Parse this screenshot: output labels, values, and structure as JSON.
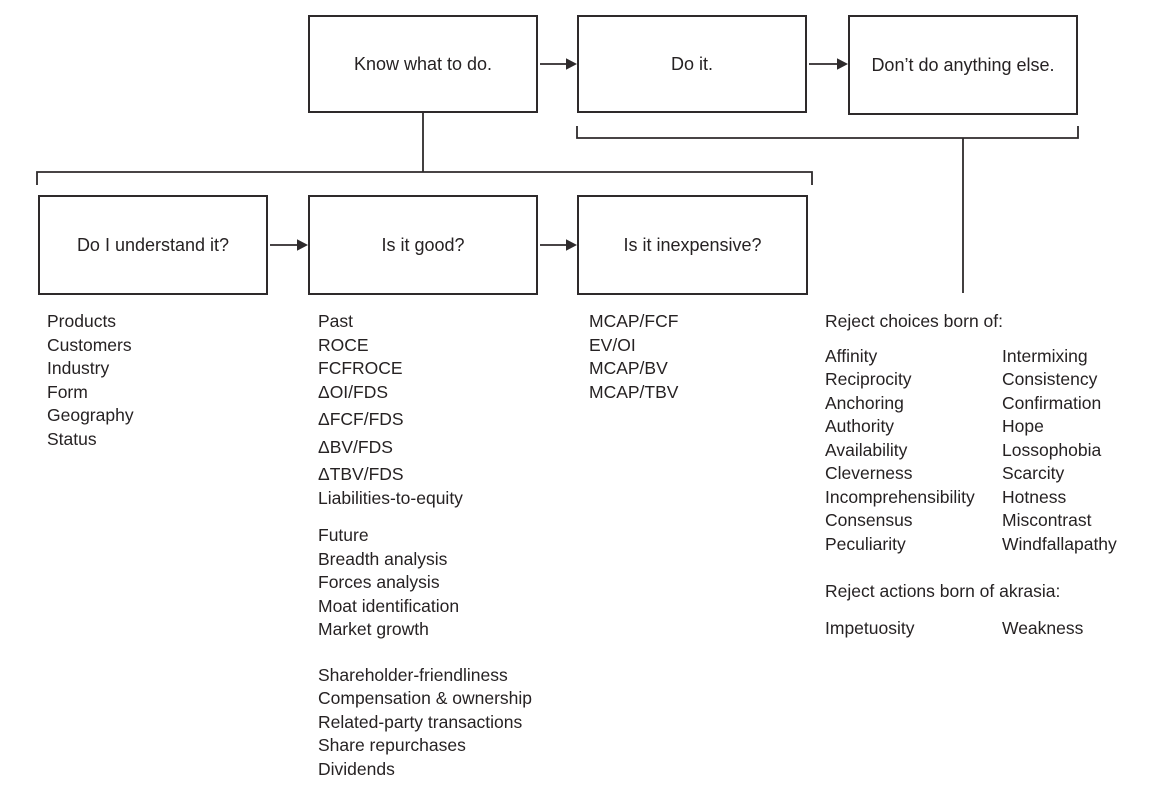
{
  "colors": {
    "background": "#ffffff",
    "text": "#262223",
    "line": "#2e2a2b"
  },
  "flow": {
    "top": [
      {
        "label": "Know what to do."
      },
      {
        "label": "Do it."
      },
      {
        "label": "Don’t do anything else."
      }
    ],
    "questions": [
      {
        "label": "Do I understand it?"
      },
      {
        "label": "Is it good?"
      },
      {
        "label": "Is it inexpensive?"
      }
    ]
  },
  "understand": {
    "items": [
      "Products",
      "Customers",
      "Industry",
      "Form",
      "Geography",
      "Status"
    ]
  },
  "good": {
    "groups": [
      {
        "header": "Past",
        "items": [
          "ROCE",
          "FCFROCE",
          "ΔOI/FDS",
          "ΔFCF/FDS",
          "ΔBV/FDS",
          "ΔTBV/FDS",
          "Liabilities-to-equity"
        ]
      },
      {
        "header": "Future",
        "items": [
          "Breadth analysis",
          "Forces analysis",
          "Moat identification",
          "Market growth"
        ]
      },
      {
        "header": "Shareholder-friendliness",
        "items": [
          "Compensation & ownership",
          "Related-party transactions",
          "Share repurchases",
          "Dividends"
        ]
      }
    ]
  },
  "inexpensive": {
    "items": [
      "MCAP/FCF",
      "EV/OI",
      "MCAP/BV",
      "MCAP/TBV"
    ]
  },
  "reject": {
    "choices_heading": "Reject choices born of:",
    "choices_col1": [
      "Affinity",
      "Reciprocity",
      "Anchoring",
      "Authority",
      "Availability",
      "Cleverness",
      "Incomprehensibility",
      "Consensus",
      "Peculiarity"
    ],
    "choices_col2": [
      "Intermixing",
      "Consistency",
      "Confirmation",
      "Hope",
      "Lossophobia",
      "Scarcity",
      "Hotness",
      "Miscontrast",
      "Windfallapathy"
    ],
    "akrasia_heading": "Reject actions born of akrasia:",
    "akrasia_col1": "Impetuosity",
    "akrasia_col2": "Weakness"
  }
}
